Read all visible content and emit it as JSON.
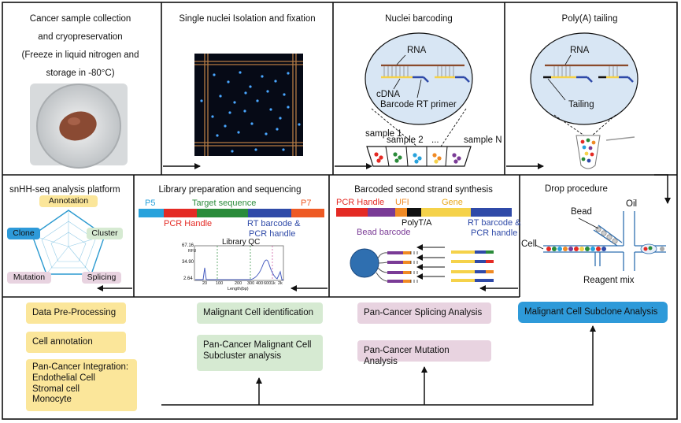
{
  "panels": {
    "p1": {
      "title_lines": [
        "Cancer sample collection",
        "and cryopreservation",
        "(Freeze in liquid nitrogen and",
        "storage in -80°C)"
      ]
    },
    "p2": {
      "title": "Single nuclei Isolation and fixation"
    },
    "p3": {
      "title": "Nuclei barcoding",
      "rna": "RNA",
      "cdna": "cDNA",
      "barcode_rt": "Barcode RT primer",
      "sample1": "sample 1",
      "sample2": "sample 2",
      "sampleN": "sample N",
      "dots": "..."
    },
    "p4": {
      "title": "Poly(A) tailing",
      "rna": "RNA",
      "tailing": "Tailing"
    },
    "p5": {
      "title": "Drop procedure",
      "bead": "Bead",
      "oil": "Oil",
      "cell": "Cell",
      "reagent": "Reagent mix"
    },
    "p6": {
      "title": "Barcoded second strand synthesis",
      "pcr_handle": "PCR Handle",
      "ufi": "UFI",
      "gene": "Gene",
      "polyta": "PolyT/A",
      "bead_barcode": "Bead barcode",
      "rt_barcode_1": "RT barcode &",
      "rt_barcode_2": "PCR handle"
    },
    "p7": {
      "title": "Library preparation and sequencing",
      "p5": "P5",
      "target": "Target sequence",
      "p7": "P7",
      "pcr_handle": "PCR Handle",
      "rt_barcode_1": "RT barcode &",
      "rt_barcode_2": "PCR handle",
      "qc_title": "Library QC",
      "y_top": "67.16",
      "y_mid": "34.90",
      "y_bot": "2.64",
      "y_unit": "RFU",
      "x_ticks": [
        "20",
        "100",
        "200",
        "300",
        "400",
        "600",
        "1k",
        "2k"
      ],
      "x_label": "Length(bp)"
    },
    "p8": {
      "title": "snHH-seq analysis platform",
      "annotation": "Annotation",
      "cluster": "Cluster",
      "splicing": "Splicing",
      "mutation": "Mutation",
      "clone": "Clone"
    }
  },
  "analysis": {
    "preprocessing": "Data Pre-Processing",
    "annotation": "Cell annotation",
    "integration_lines": [
      "Pan-Cancer Integration:",
      "Endothelial Cell",
      "Stromal cell",
      "Monocyte"
    ],
    "malignant_id": "Malignant Cell identification",
    "subcluster_lines": [
      "Pan-Cancer Malignant Cell",
      "Subcluster analysis"
    ],
    "splicing": "Pan-Cancer Splicing Analysis",
    "mutation": "Pan-Cancer Mutation Analysis",
    "subclone": "Malignant Cell Subclone Analysis"
  },
  "colors": {
    "yellow_box": "#fbe69a",
    "green_box": "#d6ead2",
    "pink_box": "#e8d3e0",
    "blue_box": "#2e9ad9",
    "p5_blue": "#28a2dc",
    "target_green": "#2a8b3a",
    "pcr_red": "#e42a24",
    "rt_blue": "#2f4aa8",
    "p7_orange": "#ee5a24",
    "ufi_orange": "#f08a24",
    "gene_yellow": "#f5d24a",
    "bead_purple": "#7a3b96"
  }
}
